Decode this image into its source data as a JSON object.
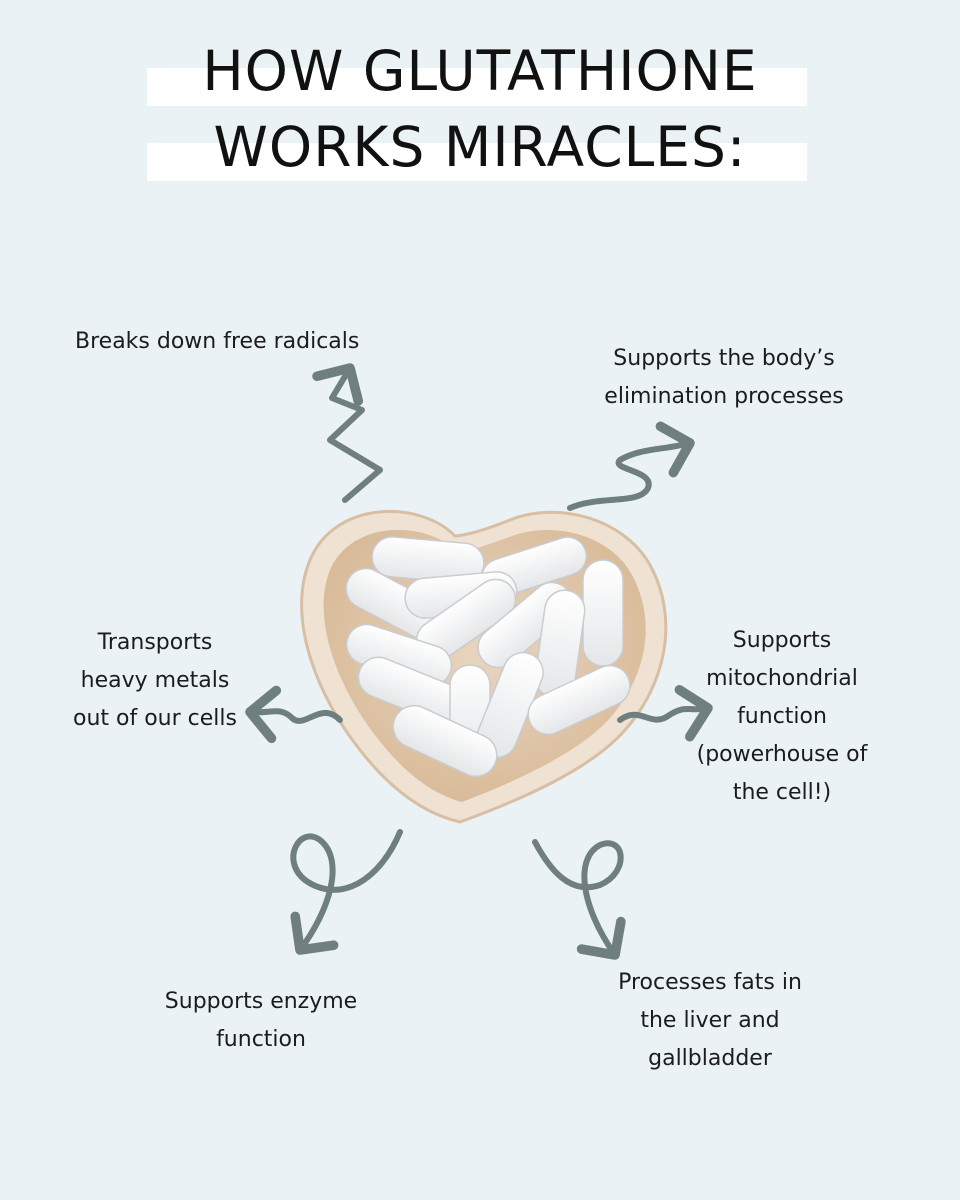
{
  "title": {
    "line1": "HOW GLUTATHIONE",
    "line2": "WORKS MIRACLES:"
  },
  "benefits": {
    "free_radicals": "Breaks down free radicals",
    "elimination": "Supports the body’s\nelimination processes",
    "heavy_metals": "Transports\nheavy metals\nout of our cells",
    "mitochondrial": "Supports\nmitochondrial\nfunction\n(powerhouse of\nthe cell!)",
    "enzyme": "Supports enzyme\nfunction",
    "fats": "Processes fats in\nthe liver and\ngallbladder"
  },
  "colors": {
    "background": "#eaf2f6",
    "arrow": "#6f7f7f",
    "bowl_rim": "#e8d3bc",
    "bowl_inner": "#dcc2a6",
    "capsule": "#ffffff"
  },
  "icons": {
    "center": "heart-bowl-of-capsules-image",
    "arrows": "squiggle-arrow-icon"
  }
}
